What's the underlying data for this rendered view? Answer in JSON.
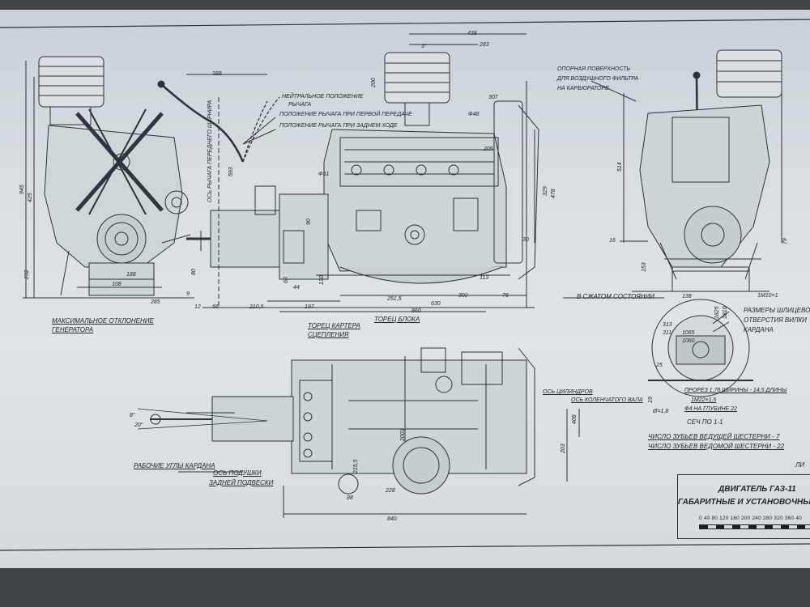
{
  "title_block": {
    "line1": "ДВИГАТЕЛЬ ГАЗ-11",
    "line2": "ГАБАРИТНЫЕ И УСТАНОВОЧНЫЕ РАЗМ",
    "scale_ticks": "0  40  80  120  160  200  240  280  320  360  40",
    "corner": "ЛИ"
  },
  "labels": {
    "max_dev_1": "МАКСИМАЛЬНОЕ ОТКЛОНЕНИЕ",
    "max_dev_2": "ГЕНЕРАТОРА",
    "neutral_1": "НЕЙТРАЛЬНОЕ ПОЛОЖЕНИЕ",
    "neutral_2": "РЫЧАГА",
    "first_gear": "ПОЛОЖЕНИЕ РЫЧАГА ПРИ ПЕРВОЙ ПЕРЕДАЧЕ",
    "reverse": "ПОЛОЖЕНИЕ РЫЧАГА ПРИ ЗАДНЕМ ХОДЕ",
    "clutch_1": "ТОРЕЦ КАРТЕРА",
    "clutch_2": "СЦЕПЛЕНИЯ",
    "block_end": "ТОРЕЦ БЛОКА",
    "compressed": "В СЖАТОМ СОСТОЯНИИ",
    "support_1": "ОПОРНАЯ ПОВЕРХНОСТЬ",
    "support_2": "ДЛЯ ВОЗДУШНОГО ФИЛЬТРА",
    "support_3": "НА КАРБЮРАТОРЕ",
    "spline_1": "РАЗМЕРЫ ШЛИЦЕВОГО",
    "spline_2": "ОТВЕРСТИЯ ВИЛКИ",
    "spline_3": "КАРДАНА",
    "slot": "ПРОРЕЗ 1,78 ШИРИНЫ - 14,5 ДЛИНЫ",
    "thread": "1М22×1,5",
    "depth": "Ф4 НА ГЛУБИНЕ 22",
    "section": "СЕЧ ПО 1-1",
    "teeth_drive": "ЧИСЛО ЗУБЬЕВ ВЕДУЩЕЙ ШЕСТЕРНИ - 7",
    "teeth_driven": "ЧИСЛО ЗУБЬЕВ ВЕДОМОЙ ШЕСТЕРНИ - 22",
    "cyl_axis": "ОСЬ ЦИЛИНДРОВ",
    "crank_axis": "ОСЬ КОЛЕНЧАТОГО ВАЛА",
    "cardan_angles": "РАБОЧИЕ УГЛЫ КАРДАНА",
    "mount_1": "ОСЬ ПОДУШКИ",
    "mount_2": "ЗАДНЕЙ ПОДВЕСКИ",
    "lever_axis": "ОСЬ РЫЧАГА ПЕРЕДНЕГО ШАРНИРА"
  },
  "dims": {
    "d438": "438",
    "d283": "283",
    "d388": "388",
    "d3": "3°",
    "d200": "200",
    "d307": "307",
    "d48": "Ф48",
    "d205": "205",
    "d51": "Ф51",
    "d90": "90",
    "d593": "593",
    "d329": "329",
    "d478": "478",
    "d945": "945",
    "d425": "425",
    "d232": "232",
    "d188": "188",
    "d108": "108",
    "d285": "285",
    "d9": "9",
    "d12": "12",
    "d66": "66",
    "d2105": "210,5",
    "d197": "197",
    "d2515": "251,5",
    "d630": "630",
    "d302": "302",
    "d76": "76",
    "d860": "860",
    "d113": "113",
    "d30": "30",
    "d130": "130",
    "d80": "80",
    "d44": "44",
    "d60": "60",
    "d514": "514",
    "d16": "16",
    "d79": "79",
    "d153": "153",
    "d138": "138",
    "d1410": "1М10×1",
    "d1825": "1825",
    "d1810": "1810",
    "d313": "313",
    "d311": "311",
    "d1065": "1065",
    "d1060": "1060",
    "d25": "25",
    "d19": "19",
    "d18": "Ø=1,8",
    "d408": "408",
    "d203": "203",
    "d840": "840",
    "d88": "88",
    "d228": "228",
    "d2003": "2003",
    "d2155": "215,5",
    "d8": "8°",
    "d20": "20°"
  }
}
